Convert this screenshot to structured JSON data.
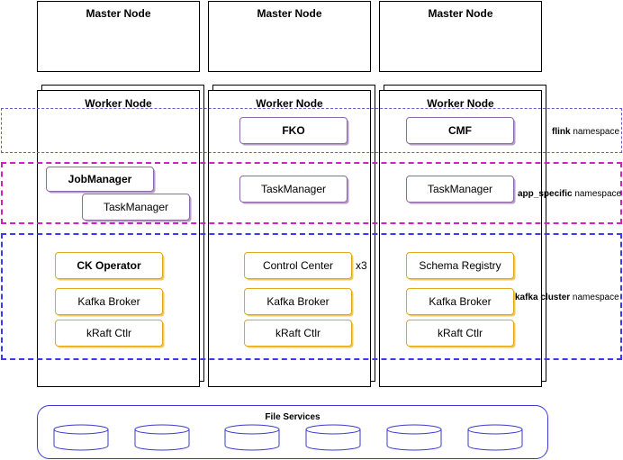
{
  "masters": [
    "Master Node",
    "Master Node",
    "Master Node"
  ],
  "workers": [
    "Worker Node",
    "Worker Node",
    "Worker Node"
  ],
  "namespaces": {
    "flink": {
      "name": "flink",
      "suffix": " namespace"
    },
    "app": {
      "name": "app_specific",
      "suffix": " namespace"
    },
    "kafka": {
      "name": "kafka cluster",
      "suffix": " namespace"
    }
  },
  "components": {
    "fko": "FKO",
    "cmf": "CMF",
    "jobmanager": "JobManager",
    "taskmanager_1": "TaskManager",
    "taskmanager_2": "TaskManager",
    "taskmanager_3": "TaskManager",
    "ck_operator": "CK Operator",
    "control_center": "Control Center",
    "control_center_replicas": "x3",
    "schema_registry": "Schema Registry",
    "kafka_broker_1": "Kafka Broker",
    "kafka_broker_2": "Kafka Broker",
    "kafka_broker_3": "Kafka Broker",
    "kraft_1": "kRaft Ctlr",
    "kraft_2": "kRaft Ctlr",
    "kraft_3": "kRaft Ctlr"
  },
  "file_services": {
    "title": "File Services",
    "disk_count": 6
  },
  "colors": {
    "flink_ns": "#6a5acd",
    "app_ns": "#d21fc8",
    "kafka_ns": "#3a3af0",
    "flink_component": "#8e6ba8",
    "kafka_component": "#e0a81a",
    "file_services": "#3a3ad0"
  }
}
